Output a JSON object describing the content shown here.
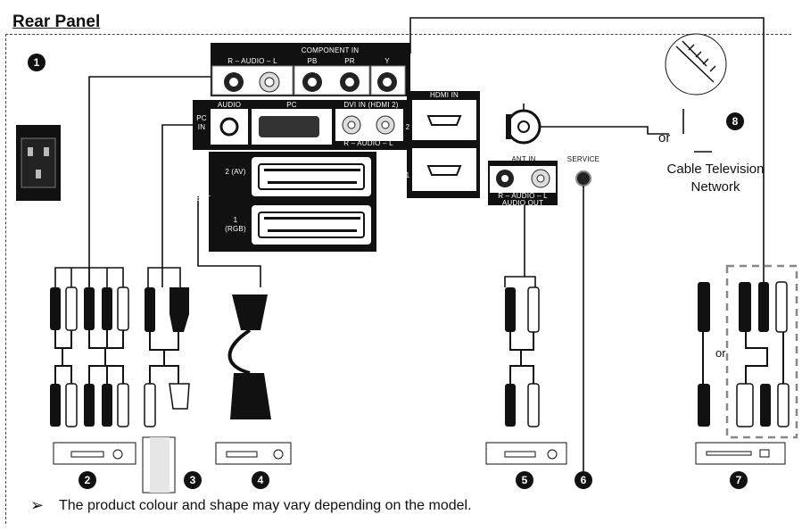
{
  "title": "Rear Panel",
  "panel": {
    "component_in": "COMPONENT IN",
    "component_audio": "R – AUDIO – L",
    "pb": "PB",
    "pr": "PR",
    "y": "Y",
    "hdmi_in": "HDMI IN",
    "hdmi_2": "2",
    "hdmi_1": "1",
    "dvi_in": "DVI IN (HDMI 2)",
    "dvi_audio": "R – AUDIO – L",
    "pc_in": "PC IN",
    "audio": "AUDIO",
    "pc": "PC",
    "ext": "EXT",
    "ext2": "2 (AV)",
    "ext1": "1 (RGB)",
    "ant_in": "ANT IN",
    "audio_out_lr": "R – AUDIO – L",
    "audio_out": "AUDIO OUT",
    "service": "SERVICE"
  },
  "badges": [
    "1",
    "2",
    "3",
    "4",
    "5",
    "6",
    "7",
    "8"
  ],
  "cable": {
    "or": "or",
    "line1": "Cable Television",
    "line2": "Network"
  },
  "or_mid": "or",
  "note": "The product colour and shape may vary depending on the model."
}
